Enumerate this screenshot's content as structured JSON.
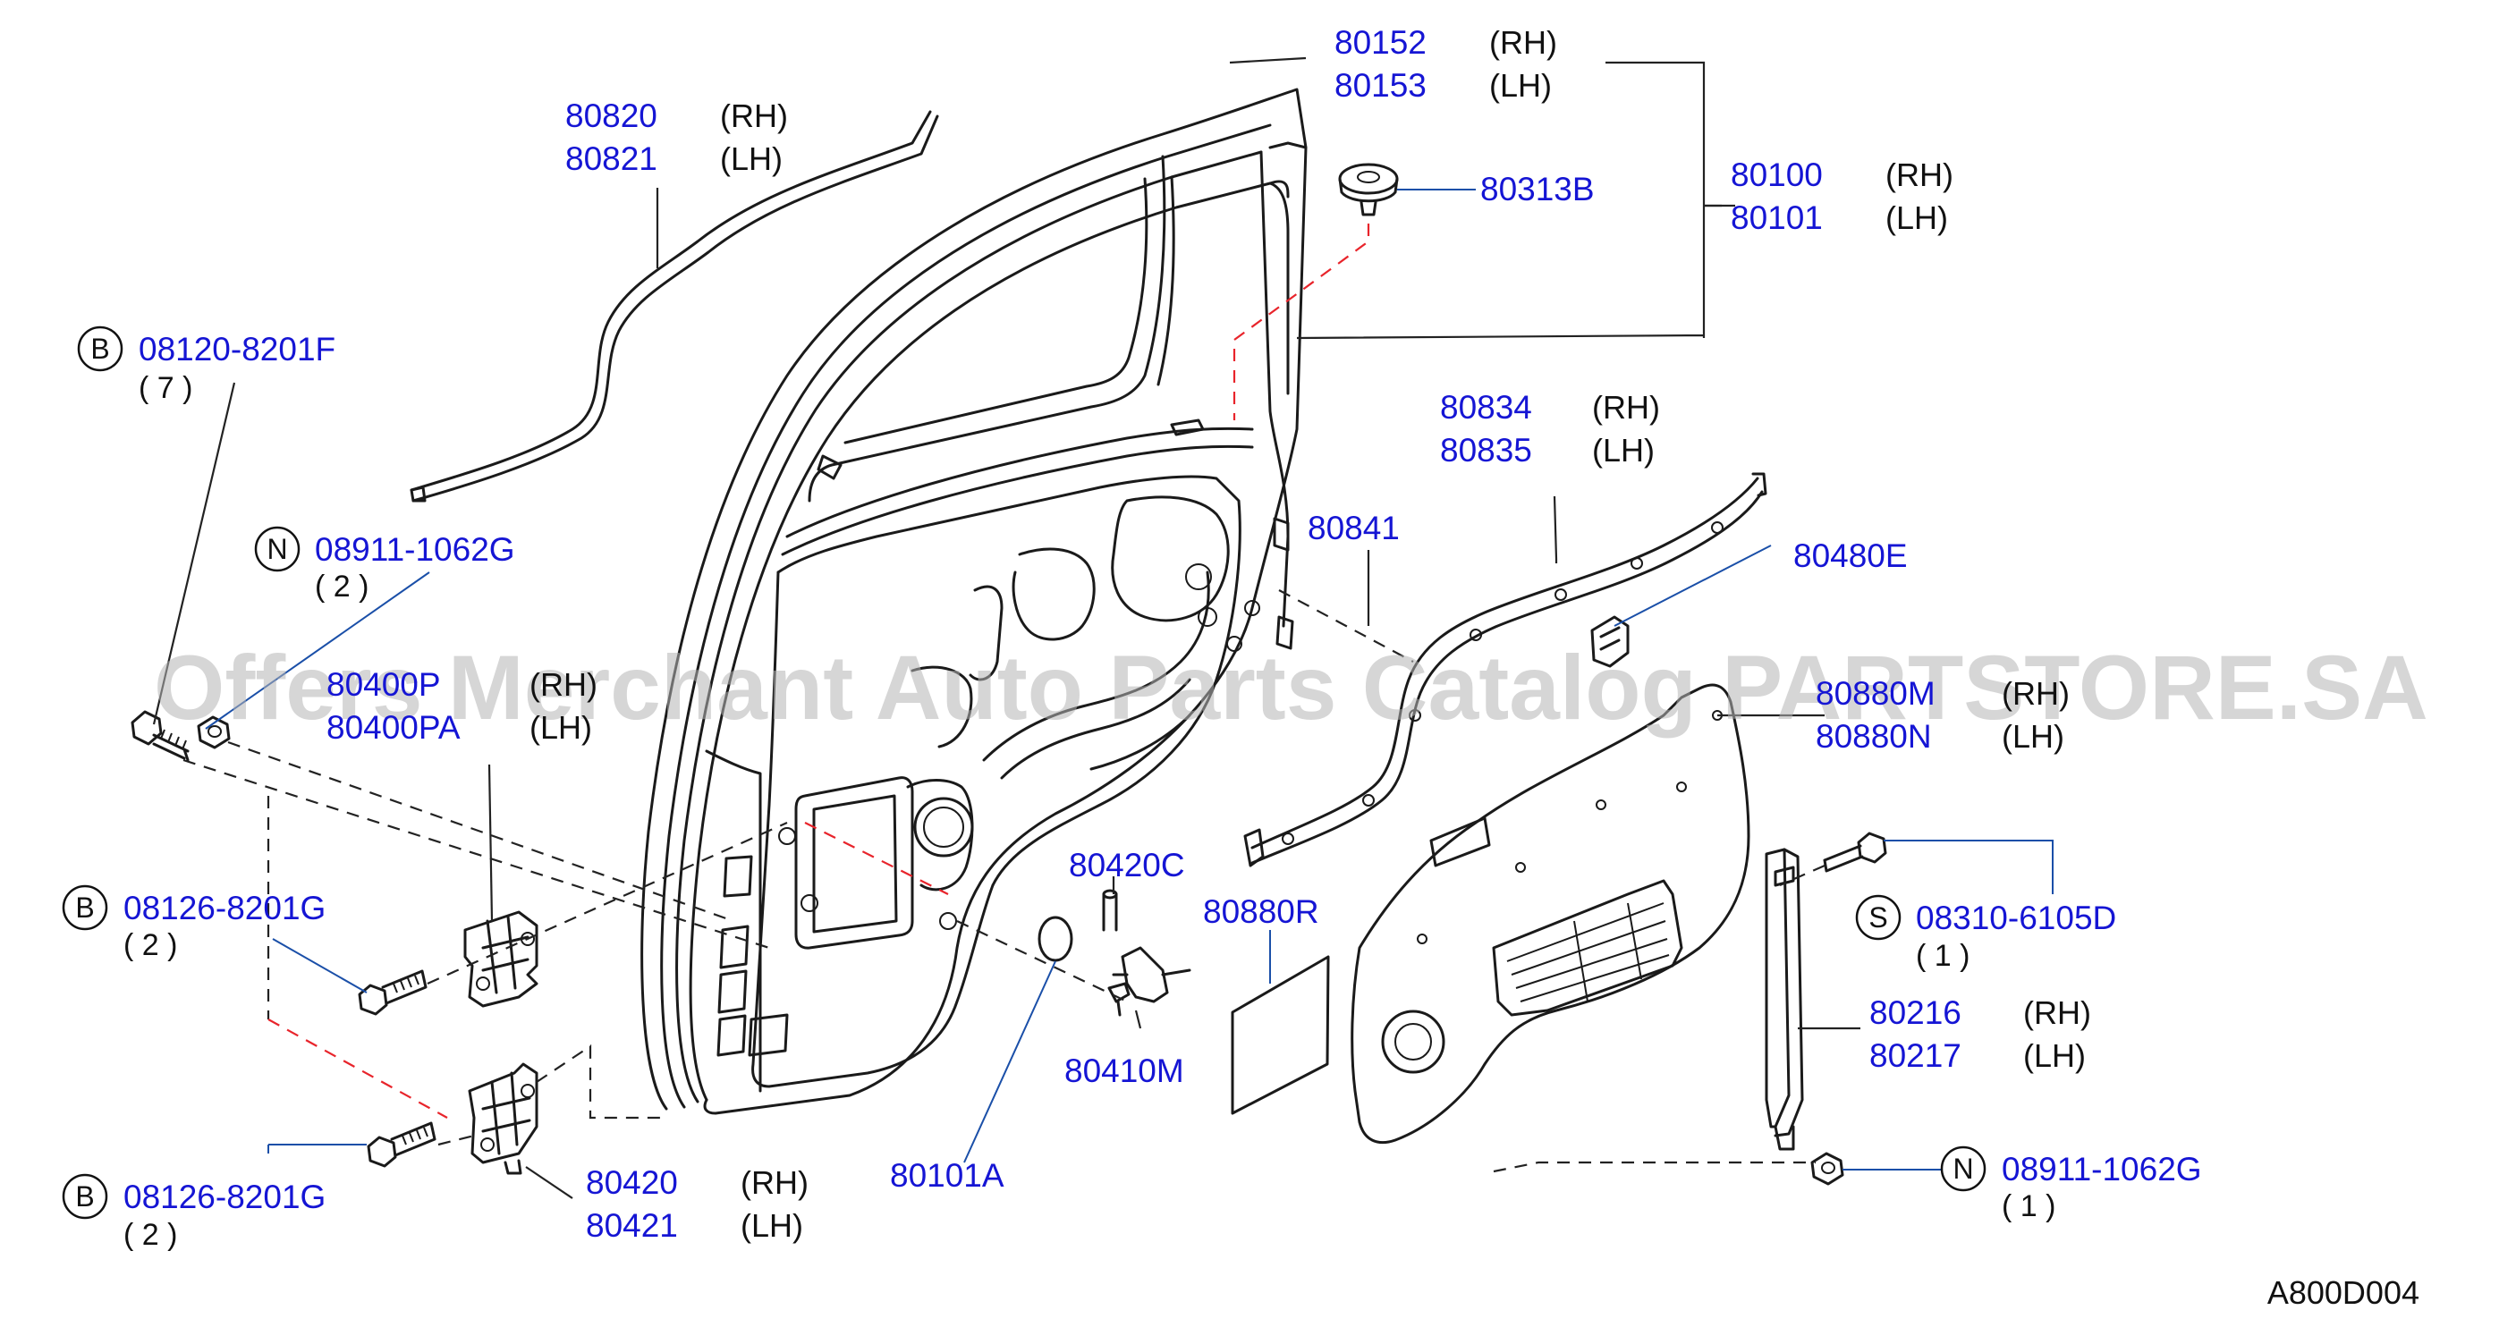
{
  "diagram_code": "A800D004",
  "watermark": "Offers Merchant Auto Parts Catalog PARTSTORE.SA",
  "callouts": [
    {
      "id": "c80152",
      "part": "80152",
      "side": "(RH)"
    },
    {
      "id": "c80153",
      "part": "80153",
      "side": "(LH)"
    },
    {
      "id": "c80820",
      "part": "80820",
      "side": "(RH)"
    },
    {
      "id": "c80821",
      "part": "80821",
      "side": "(LH)"
    },
    {
      "id": "c80313B",
      "part": "80313B",
      "side": ""
    },
    {
      "id": "c80100",
      "part": "80100",
      "side": "(RH)"
    },
    {
      "id": "c80101",
      "part": "80101",
      "side": "(LH)"
    },
    {
      "id": "c08120",
      "mark": "B",
      "part": "08120-8201F",
      "qty": "( 7 )"
    },
    {
      "id": "c80834",
      "part": "80834",
      "side": "(RH)"
    },
    {
      "id": "c80835",
      "part": "80835",
      "side": "(LH)"
    },
    {
      "id": "c08911a",
      "mark": "N",
      "part": "08911-1062G",
      "qty": "( 2 )"
    },
    {
      "id": "c80841",
      "part": "80841",
      "side": ""
    },
    {
      "id": "c80480E",
      "part": "80480E",
      "side": ""
    },
    {
      "id": "c80400P",
      "part": "80400P",
      "side": "(RH)"
    },
    {
      "id": "c80400PA",
      "part": "80400PA",
      "side": "(LH)"
    },
    {
      "id": "c80880M",
      "part": "80880M",
      "side": "(RH)"
    },
    {
      "id": "c80880N",
      "part": "80880N",
      "side": "(LH)"
    },
    {
      "id": "c80420C",
      "part": "80420C",
      "side": ""
    },
    {
      "id": "c08126a",
      "mark": "B",
      "part": "08126-8201G",
      "qty": "( 2 )"
    },
    {
      "id": "c80880R",
      "part": "80880R",
      "side": ""
    },
    {
      "id": "c08310",
      "mark": "S",
      "part": "08310-6105D",
      "qty": "( 1 )"
    },
    {
      "id": "c80410M",
      "part": "80410M",
      "side": ""
    },
    {
      "id": "c80216",
      "part": "80216",
      "side": "(RH)"
    },
    {
      "id": "c80217",
      "part": "80217",
      "side": "(LH)"
    },
    {
      "id": "c80420",
      "part": "80420",
      "side": "(RH)"
    },
    {
      "id": "c80421",
      "part": "80421",
      "side": "(LH)"
    },
    {
      "id": "c80101A",
      "part": "80101A",
      "side": ""
    },
    {
      "id": "c08911b",
      "mark": "N",
      "part": "08911-1062G",
      "qty": "( 1 )"
    },
    {
      "id": "c08126b",
      "mark": "B",
      "part": "08126-8201G",
      "qty": "( 2 )"
    }
  ]
}
